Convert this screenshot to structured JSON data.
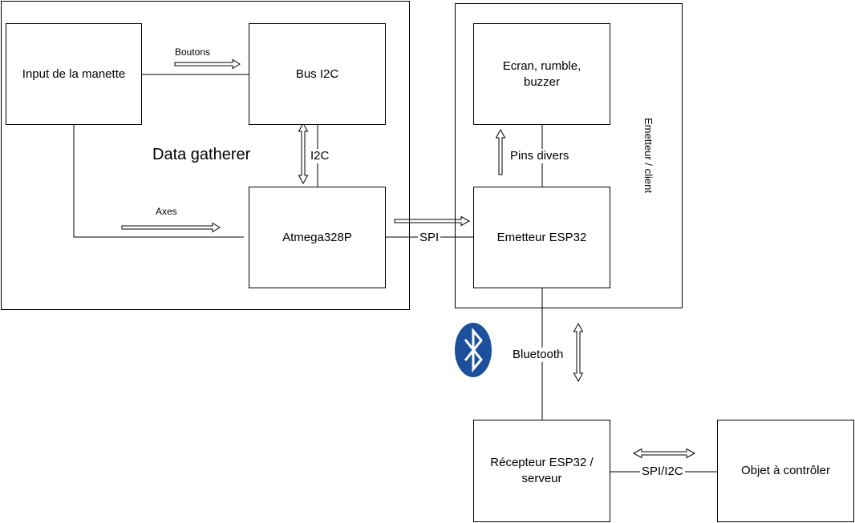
{
  "groups": {
    "data_gatherer": "Data gatherer",
    "emetteur": "Emetteur / client"
  },
  "blocks": {
    "input": "Input de la manette",
    "bus_i2c": "Bus I2C",
    "atmega": "Atmega328P",
    "ecran": "Ecran, rumble, buzzer",
    "emetteur_esp32": "Emetteur ESP32",
    "recepteur": "Récepteur ESP32 / serveur",
    "objet": "Objet à contrôler"
  },
  "links": {
    "boutons": "Boutons",
    "axes": "Axes",
    "i2c": "I2C",
    "spi": "SPI",
    "pins": "Pins divers",
    "bluetooth": "Bluetooth",
    "spi_i2c": "SPI/I2C"
  },
  "icons": {
    "bluetooth": "bluetooth-icon"
  },
  "colors": {
    "bluetooth": "#1c4f9c"
  }
}
